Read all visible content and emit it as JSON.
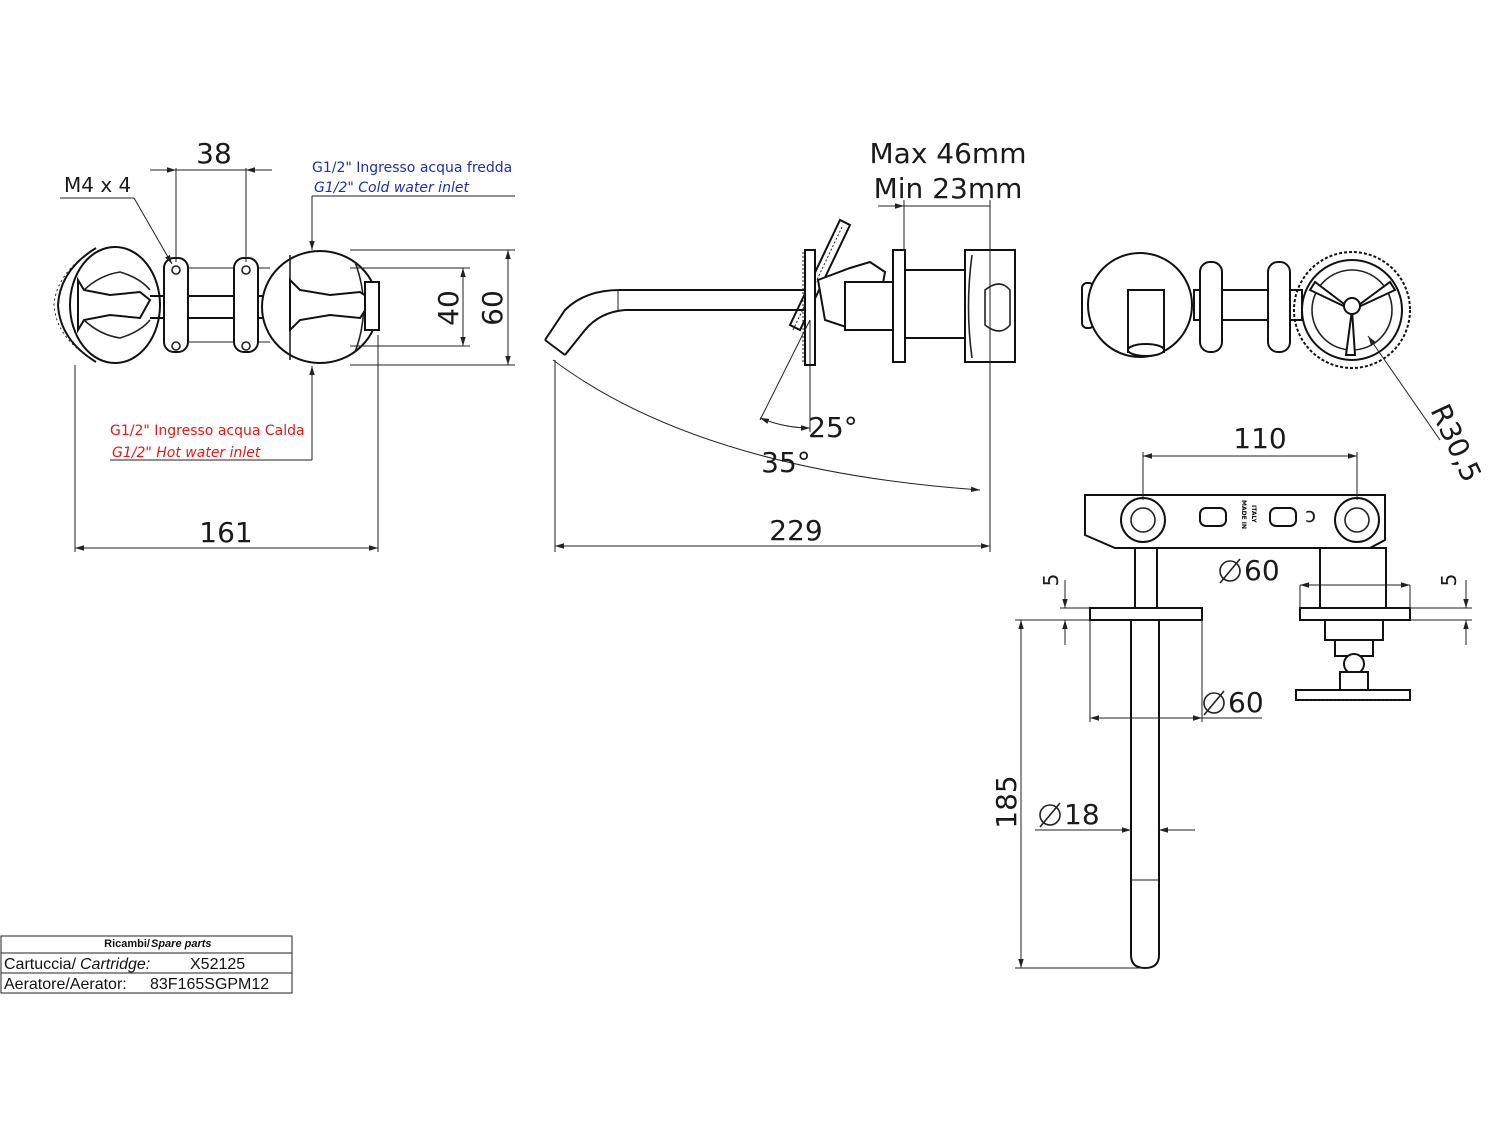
{
  "front_view": {
    "dim_38": "38",
    "dim_m4x4": "M4 x 4",
    "dim_40": "40",
    "dim_60": "60",
    "dim_161": "161",
    "cold_inlet_it": "G1/2\" Ingresso acqua fredda",
    "cold_inlet_en": "G1/2\" Cold water inlet",
    "hot_inlet_it": "G1/2\" Ingresso acqua Calda",
    "hot_inlet_en": "G1/2\" Hot water inlet"
  },
  "side_view": {
    "dim_max": "Max 46mm",
    "dim_min": "Min 23mm",
    "dim_25": "25°",
    "dim_35": "35°",
    "dim_229": "229"
  },
  "top_view": {
    "dim_r30_5": "R30,5",
    "dim_110": "110",
    "dim_5_left": "5",
    "dim_5_right": "5",
    "dim_dia60_upper": "60",
    "dim_dia60_lower": "60",
    "dim_dia18": "18",
    "dim_185": "185",
    "stamp_made_in": "MADE IN",
    "stamp_italy": "ITALY"
  },
  "spare_parts": {
    "title_it": "Ricambi/",
    "title_en": "Spare parts",
    "cartridge_label_it": "Cartuccia/",
    "cartridge_label_en": "Cartridge:",
    "cartridge_value": "X52125",
    "aerator_label": "Aeratore/Aerator:",
    "aerator_value": "83F165SGPM12"
  },
  "colors": {
    "cold_note": "#1f2fa8",
    "hot_note": "#d81b1b",
    "line": "#222222"
  }
}
